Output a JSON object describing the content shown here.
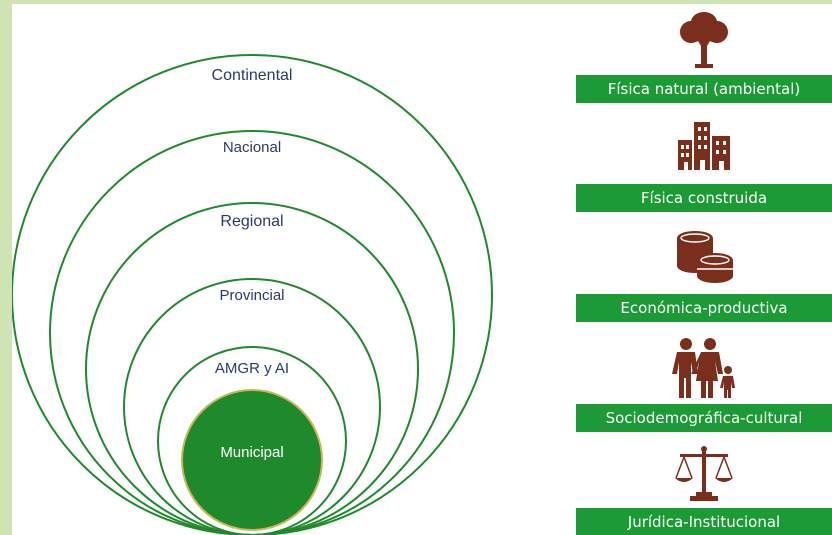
{
  "scales": {
    "rings": [
      "Continental",
      "Nacional",
      "Regional",
      "Provincial",
      "AMGR y AI"
    ],
    "center": "Municipal"
  },
  "dimensions": [
    {
      "label": "Física natural (ambiental)",
      "icon": "tree-icon"
    },
    {
      "label": "Física construida",
      "icon": "buildings-icon"
    },
    {
      "label": "Económica-productiva",
      "icon": "coins-icon"
    },
    {
      "label": "Sociodemográfica-cultural",
      "icon": "family-icon"
    },
    {
      "label": "Jurídica-Institucional",
      "icon": "scales-icon"
    }
  ],
  "colors": {
    "ring": "#1f8a2b",
    "bar": "#1b9a35",
    "icon": "#7a2e1c",
    "label": "#2a3a6a",
    "background": "#cfe3b4"
  }
}
